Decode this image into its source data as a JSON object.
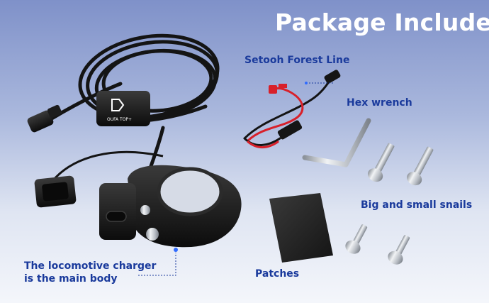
{
  "title": "Package Included",
  "labels": {
    "forest_line": "Setooh Forest Line",
    "hex_wrench": "Hex wrench",
    "snails": "Big and small snails",
    "patches": "Patches",
    "main_body_line1": "The locomotive charger",
    "main_body_line2": "is the main body"
  },
  "product": {
    "cable_tag_text": "OUFA TOP+"
  },
  "colors": {
    "title": "#ffffff",
    "label": "#1a3a9c",
    "accent_dot": "#2f6bff",
    "cable": "#141414",
    "red_wire": "#d8202a",
    "metal": "#c9cdd3"
  }
}
